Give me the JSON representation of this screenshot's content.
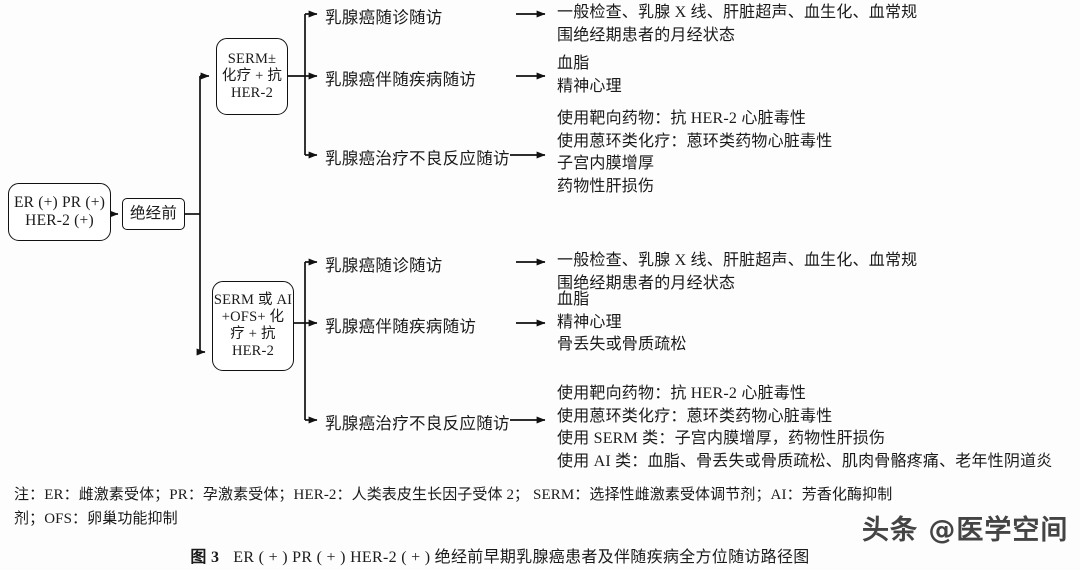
{
  "figure": {
    "nodes": {
      "root": {
        "name": "ER/PR/HER-2 status",
        "lines": [
          "ER (+) PR (+)",
          "HER-2 (+)"
        ]
      },
      "premenopausal": {
        "name": "premenopausal",
        "lines": [
          "绝经前"
        ]
      },
      "regimen_a": {
        "name": "SERM plus chemo plus anti-HER-2",
        "lines": [
          "SERM±",
          "化疗 + 抗",
          "HER-2"
        ]
      },
      "regimen_b": {
        "name": "SERM or AI plus OFS plus chemo plus anti-HER-2",
        "lines": [
          "SERM 或 AI",
          "+OFS+ 化",
          "疗 + 抗",
          "HER-2"
        ]
      }
    },
    "branches": [
      {
        "id": "upper",
        "labels": [
          "乳腺癌随诊随访",
          "乳腺癌伴随疾病随访",
          "乳腺癌治疗不良反应随访"
        ],
        "details": [
          [
            "一般检查、乳腺 X 线、肝脏超声、血生化、血常规",
            "围绝经期患者的月经状态"
          ],
          [
            "血脂",
            "精神心理"
          ],
          [
            "使用靶向药物：抗 HER-2 心脏毒性",
            "使用蒽环类化疗：蒽环类药物心脏毒性",
            "子宫内膜增厚",
            "药物性肝损伤"
          ]
        ]
      },
      {
        "id": "lower",
        "labels": [
          "乳腺癌随诊随访",
          "乳腺癌伴随疾病随访",
          "乳腺癌治疗不良反应随访"
        ],
        "details": [
          [
            "一般检查、乳腺 X 线、肝脏超声、血生化、血常规",
            "围绝经期患者的月经状态"
          ],
          [
            "血脂",
            "精神心理",
            "骨丢失或骨质疏松"
          ],
          [
            "使用靶向药物：抗 HER-2 心脏毒性",
            "使用蒽环类化疗：蒽环类药物心脏毒性",
            "使用 SERM 类：子宫内膜增厚，药物性肝损伤",
            "使用 AI 类：血脂、骨丢失或骨质疏松、肌肉骨骼疼痛、老年性阴道炎"
          ]
        ]
      }
    ],
    "note": [
      "注：ER：雌激素受体；PR：孕激素受体；HER-2：人类表皮生长因子受体 2；  SERM：选择性雌激素受体调节剂；AI：芳香化酶抑制",
      "剂；OFS：卵巢功能抑制"
    ],
    "caption": {
      "number": "图 3",
      "text": "ER ( + ) PR ( + ) HER-2 ( + ) 绝经前早期乳腺癌患者及伴随疾病全方位随访路径图"
    },
    "watermark": "头条 @医学空间",
    "colors": {
      "line": "#111111",
      "background": "#fdfdfd",
      "text": "#1a1a1a"
    }
  }
}
